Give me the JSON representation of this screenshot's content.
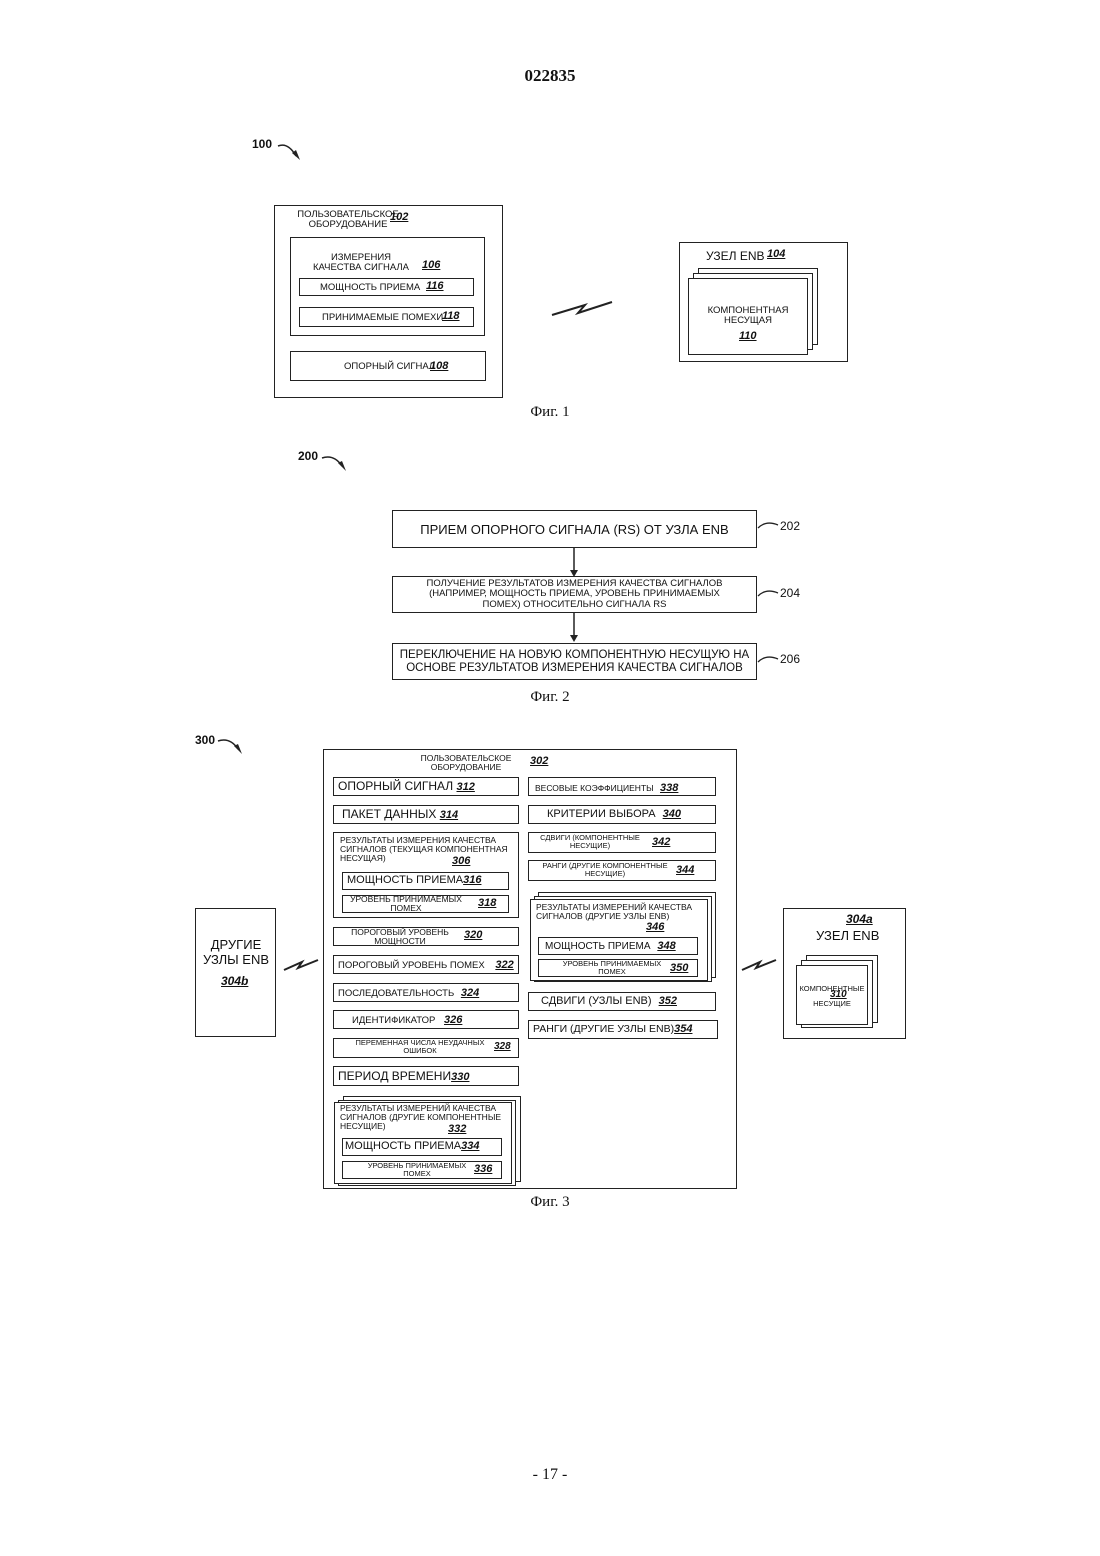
{
  "header": {
    "patent_number": "022835"
  },
  "footer": {
    "page_label": "- 17 -"
  },
  "fig1": {
    "ref_label": "100",
    "caption": "Фиг. 1",
    "ue": {
      "label": "ПОЛЬЗОВАТЕЛЬСКОЕ ОБОРУДОВАНИЕ",
      "num": "102"
    },
    "sqm": {
      "label": "ИЗМЕРЕНИЯ КАЧЕСТВА СИГНАЛА",
      "num": "106"
    },
    "rx_power": {
      "label": "МОЩНОСТЬ ПРИЕМА",
      "num": "116"
    },
    "rx_interf": {
      "label": "ПРИНИМАЕМЫЕ ПОМЕХИ",
      "num": "118"
    },
    "ref_signal": {
      "label": "ОПОРНЫЙ СИГНАЛ",
      "num": "108"
    },
    "enb": {
      "label": "УЗЕЛ ENB",
      "num": "104"
    },
    "carrier": {
      "label": "КОМПОНЕНТНАЯ НЕСУЩАЯ",
      "num": "110"
    }
  },
  "fig2": {
    "ref_label": "200",
    "caption": "Фиг. 2",
    "steps": [
      {
        "text": "ПРИЕМ ОПОРНОГО СИГНАЛА (RS) ОТ УЗЛА ENB",
        "num": "202"
      },
      {
        "text": "ПОЛУЧЕНИЕ РЕЗУЛЬТАТОВ ИЗМЕРЕНИЯ КАЧЕСТВА СИГНАЛОВ (НАПРИМЕР, МОЩНОСТЬ ПРИЕМА, УРОВЕНЬ ПРИНИМАЕМЫХ ПОМЕХ) ОТНОСИТЕЛЬНО СИГНАЛА RS",
        "num": "204"
      },
      {
        "text": "ПЕРЕКЛЮЧЕНИЕ НА НОВУЮ КОМПОНЕНТНУЮ НЕСУЩУЮ НА ОСНОВЕ РЕЗУЛЬТАТОВ ИЗМЕРЕНИЯ КАЧЕСТВА СИГНАЛОВ",
        "num": "206"
      }
    ]
  },
  "fig3": {
    "ref_label": "300",
    "caption": "Фиг. 3",
    "ue": {
      "label": "ПОЛЬЗОВАТЕЛЬСКОЕ ОБОРУДОВАНИЕ",
      "num": "302"
    },
    "other_enb": {
      "label": "ДРУГИЕ УЗЛЫ ENB",
      "num": "304b"
    },
    "enb": {
      "label": "УЗЕЛ ENB",
      "num": "304a"
    },
    "carriers": {
      "label": "КОМПОНЕНТНЫЕ НЕСУЩИЕ",
      "num": "310"
    },
    "left": [
      {
        "label": "ОПОРНЫЙ СИГНАЛ",
        "num": "312"
      },
      {
        "label": "ПАКЕТ ДАННЫХ",
        "num": "314"
      },
      {
        "label": "РЕЗУЛЬТАТЫ ИЗМЕРЕНИЯ КАЧЕСТВА СИГНАЛОВ (ТЕКУЩАЯ КОМПОНЕНТНАЯ НЕСУЩАЯ)",
        "num": "306"
      },
      {
        "label": "МОЩНОСТЬ ПРИЕМА",
        "num": "316"
      },
      {
        "label": "УРОВЕНЬ ПРИНИМАЕМЫХ ПОМЕХ",
        "num": "318"
      },
      {
        "label": "ПОРОГОВЫЙ УРОВЕНЬ МОЩНОСТИ",
        "num": "320"
      },
      {
        "label": "ПОРОГОВЫЙ УРОВЕНЬ ПОМЕХ",
        "num": "322"
      },
      {
        "label": "ПОСЛЕДОВАТЕЛЬНОСТЬ",
        "num": "324"
      },
      {
        "label": "ИДЕНТИФИКАТОР",
        "num": "326"
      },
      {
        "label": "ПЕРЕМЕННАЯ ЧИСЛА НЕУДАЧНЫХ ОШИБОК",
        "num": "328"
      },
      {
        "label": "ПЕРИОД ВРЕМЕНИ",
        "num": "330"
      },
      {
        "label": "РЕЗУЛЬТАТЫ ИЗМЕРЕНИЙ КАЧЕСТВА СИГНАЛОВ (ДРУГИЕ КОМПОНЕНТНЫЕ НЕСУЩИЕ)",
        "num": "332"
      },
      {
        "label": "МОЩНОСТЬ ПРИЕМА",
        "num": "334"
      },
      {
        "label": "УРОВЕНЬ ПРИНИМАЕМЫХ ПОМЕХ",
        "num": "336"
      }
    ],
    "right": [
      {
        "label": "ВЕСОВЫЕ КОЭФФИЦИЕНТЫ",
        "num": "338"
      },
      {
        "label": "КРИТЕРИИ ВЫБОРА",
        "num": "340"
      },
      {
        "label": "СДВИГИ (КОМПОНЕНТНЫЕ НЕСУЩИЕ)",
        "num": "342"
      },
      {
        "label": "РАНГИ (ДРУГИЕ КОМПОНЕНТНЫЕ НЕСУЩИЕ)",
        "num": "344"
      },
      {
        "label": "РЕЗУЛЬТАТЫ ИЗМЕРЕНИЙ КАЧЕСТВА СИГНАЛОВ (ДРУГИЕ УЗЛЫ ENB)",
        "num": "346"
      },
      {
        "label": "МОЩНОСТЬ ПРИЕМА",
        "num": "348"
      },
      {
        "label": "УРОВЕНЬ ПРИНИМАЕМЫХ ПОМЕХ",
        "num": "350"
      },
      {
        "label": "СДВИГИ (УЗЛЫ ENB)",
        "num": "352"
      },
      {
        "label": "РАНГИ (ДРУГИЕ УЗЛЫ ENB)",
        "num": "354"
      }
    ]
  }
}
